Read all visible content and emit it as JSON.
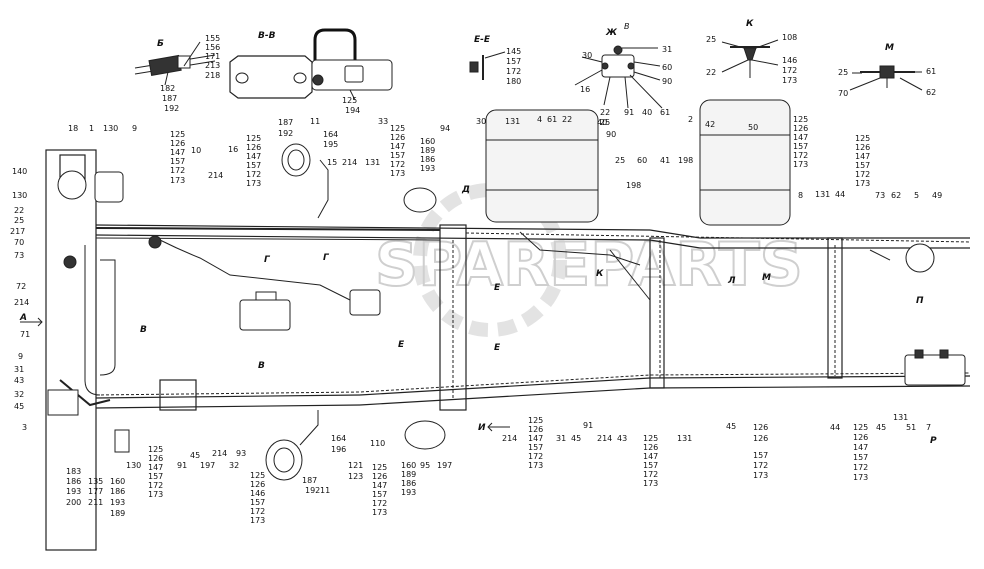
{
  "watermark": "SPAREPARTS",
  "sections": [
    {
      "id": "B",
      "label": "Б"
    },
    {
      "id": "VV",
      "label": "В-В"
    },
    {
      "id": "EE",
      "label": "Е-Е"
    },
    {
      "id": "Zh",
      "label": "Ж"
    },
    {
      "id": "K",
      "label": "К"
    },
    {
      "id": "M",
      "label": "М"
    },
    {
      "id": "A",
      "label": "А"
    },
    {
      "id": "V",
      "label": "В"
    },
    {
      "id": "G",
      "label": "Г"
    },
    {
      "id": "E",
      "label": "Е"
    },
    {
      "id": "L",
      "label": "Л"
    },
    {
      "id": "P",
      "label": "П"
    },
    {
      "id": "R",
      "label": "Р"
    },
    {
      "id": "I",
      "label": "И"
    },
    {
      "id": "D",
      "label": "Д"
    }
  ],
  "labels": {
    "b_top": [
      "155",
      "156",
      "171",
      "213",
      "218"
    ],
    "b_bot": [
      "182",
      "187",
      "192"
    ],
    "vv": [
      "125",
      "194"
    ],
    "ee": [
      "145",
      "157",
      "172",
      "180"
    ],
    "zh_left": [
      "30",
      "16"
    ],
    "zh_right": [
      "31",
      "60",
      "90"
    ],
    "zh_bot": [
      "22",
      "25",
      "91",
      "40",
      "61"
    ],
    "k": [
      "25",
      "22",
      "108",
      "146",
      "172",
      "173"
    ],
    "m": [
      "25",
      "70",
      "61",
      "62"
    ],
    "top_row": [
      "18",
      "1",
      "130",
      "9",
      "10",
      "16",
      "11",
      "15",
      "33",
      "94",
      "30",
      "131",
      "4",
      "61",
      "22",
      "40",
      "90",
      "25",
      "60",
      "41",
      "2",
      "42",
      "50",
      "198",
      "131",
      "44",
      "73",
      "62",
      "5",
      "49"
    ],
    "col_a": [
      "125",
      "126",
      "147",
      "157",
      "172",
      "173"
    ],
    "col_b": [
      "125",
      "126",
      "147",
      "157",
      "172",
      "173"
    ],
    "col_c": [
      "187",
      "192"
    ],
    "col_d": [
      "164",
      "195"
    ],
    "col_e": [
      "125",
      "126",
      "147",
      "157",
      "172",
      "173"
    ],
    "col_f": [
      "160",
      "189",
      "186",
      "193"
    ],
    "col_g": [
      "125",
      "126",
      "147",
      "157",
      "172",
      "173"
    ],
    "col_h": [
      "125",
      "126",
      "147",
      "157",
      "172",
      "173"
    ],
    "left_col": [
      "140",
      "130",
      "22",
      "25",
      "217",
      "70",
      "73",
      "72",
      "214",
      "71",
      "9",
      "31",
      "43",
      "32",
      "45",
      "3"
    ],
    "mid_small": [
      "214",
      "214",
      "131",
      "198",
      "8"
    ],
    "bot_row": [
      "130",
      "91",
      "45",
      "197",
      "214",
      "32",
      "93",
      "164",
      "196",
      "110",
      "121",
      "123",
      "160",
      "95",
      "189",
      "186",
      "193",
      "197",
      "214",
      "31",
      "45",
      "91",
      "214",
      "43",
      "125",
      "126",
      "147",
      "157",
      "172",
      "173",
      "131",
      "45",
      "126",
      "126",
      "157",
      "172",
      "173",
      "44",
      "45",
      "131",
      "51",
      "7"
    ],
    "bot_col_a": [
      "125",
      "126",
      "147",
      "157",
      "172",
      "173"
    ],
    "bot_col_b": [
      "125",
      "126",
      "146",
      "157",
      "172",
      "173"
    ],
    "bot_col_c": [
      "125",
      "126",
      "147",
      "157",
      "172",
      "173"
    ],
    "bot_col_d": [
      "125",
      "126",
      "147",
      "157",
      "172",
      "173"
    ],
    "bot_col_e": [
      "125",
      "126",
      "147",
      "157",
      "172",
      "173"
    ],
    "bot_col_f": [
      "125",
      "126",
      "147",
      "157",
      "172",
      "173"
    ],
    "bot_left": [
      "183",
      "186",
      "193",
      "200",
      "135",
      "177",
      "211",
      "160",
      "186",
      "193",
      "189"
    ],
    "b187": [
      "187",
      "192",
      "11"
    ]
  }
}
